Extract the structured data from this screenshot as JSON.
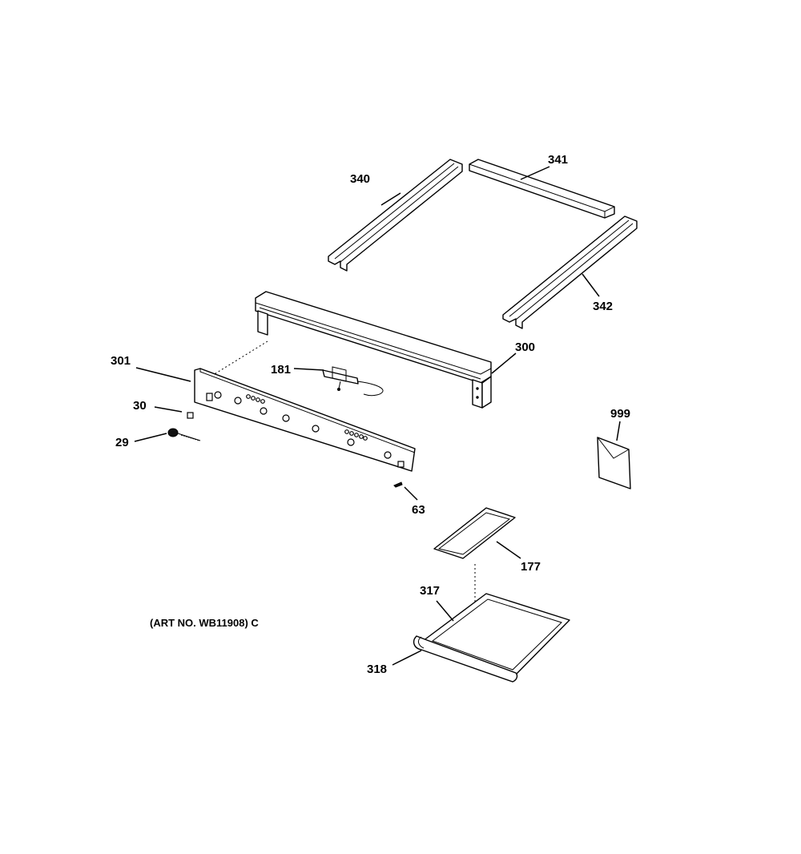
{
  "diagram": {
    "art_number": "(ART NO. WB11908) C",
    "labels": {
      "p340": "340",
      "p341": "341",
      "p342": "342",
      "p300": "300",
      "p181": "181",
      "p301": "301",
      "p30": "30",
      "p29": "29",
      "p63": "63",
      "p999": "999",
      "p177": "177",
      "p317": "317",
      "p318": "318"
    }
  }
}
